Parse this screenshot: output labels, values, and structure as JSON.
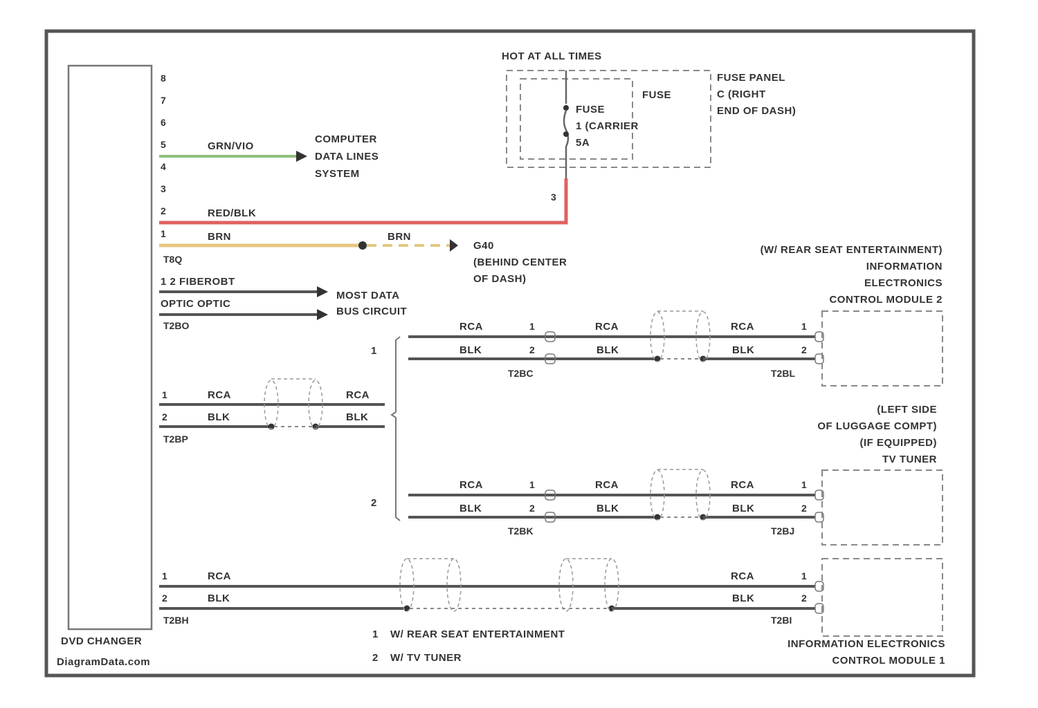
{
  "component_left": "DVD CHANGER",
  "watermark": "DiagramData.com",
  "hot_at_all_times": "HOT AT ALL TIMES",
  "fuse": {
    "box_label": "FUSE",
    "line1": "FUSE",
    "line2": "1 (CARRIER",
    "line3": "5A",
    "panel_line1": "FUSE PANEL",
    "panel_line2": "C (RIGHT",
    "panel_line3": "END OF DASH)",
    "pin": "3"
  },
  "pins_t8q": [
    "8",
    "7",
    "6",
    "5",
    "4",
    "3",
    "2",
    "1"
  ],
  "connector_t8q": "T8Q",
  "wires": {
    "grn_vio": "GRN/VIO",
    "red_blk": "RED/BLK",
    "brn": "BRN",
    "brn2": "BRN"
  },
  "computer_data": [
    "COMPUTER",
    "DATA LINES",
    "SYSTEM"
  ],
  "ground": [
    "G40",
    "(BEHIND CENTER",
    "OF DASH)"
  ],
  "fiber": {
    "label1": "1  2  FIBEROBT",
    "label2": "OPTIC OPTIC",
    "connector": "T2BO",
    "dest1": "MOST DATA",
    "dest2": "BUS CIRCUIT"
  },
  "rse_module": [
    "(W/ REAR SEAT ENTERTAINMENT)",
    "INFORMATION",
    "ELECTRONICS",
    "CONTROL MODULE 2"
  ],
  "tv_tuner": [
    "(LEFT SIDE",
    "OF LUGGAGE COMPT)",
    "(IF EQUIPPED)",
    "TV TUNER"
  ],
  "info_module1": [
    "INFORMATION ELECTRONICS",
    "CONTROL MODULE 1"
  ],
  "notes": [
    {
      "num": "1",
      "text": "W/ REAR SEAT ENTERTAINMENT"
    },
    {
      "num": "2",
      "text": "W/ TV TUNER"
    }
  ],
  "branch_nums": [
    "1",
    "2"
  ],
  "connectors": {
    "t2bp": "T2BP",
    "t2bc": "T2BC",
    "t2bl": "T2BL",
    "t2bk": "T2BK",
    "t2bj": "T2BJ",
    "t2bh": "T2BH",
    "t2bi": "T2BI"
  },
  "colors_text": {
    "rca": "RCA",
    "blk": "BLK"
  },
  "pin_nums": {
    "one": "1",
    "two": "2"
  },
  "wire_colors": {
    "grn_vio": "#8fbf7a",
    "red_blk": "#e06060",
    "brn": "#e7c77e",
    "signal": "#555555"
  }
}
